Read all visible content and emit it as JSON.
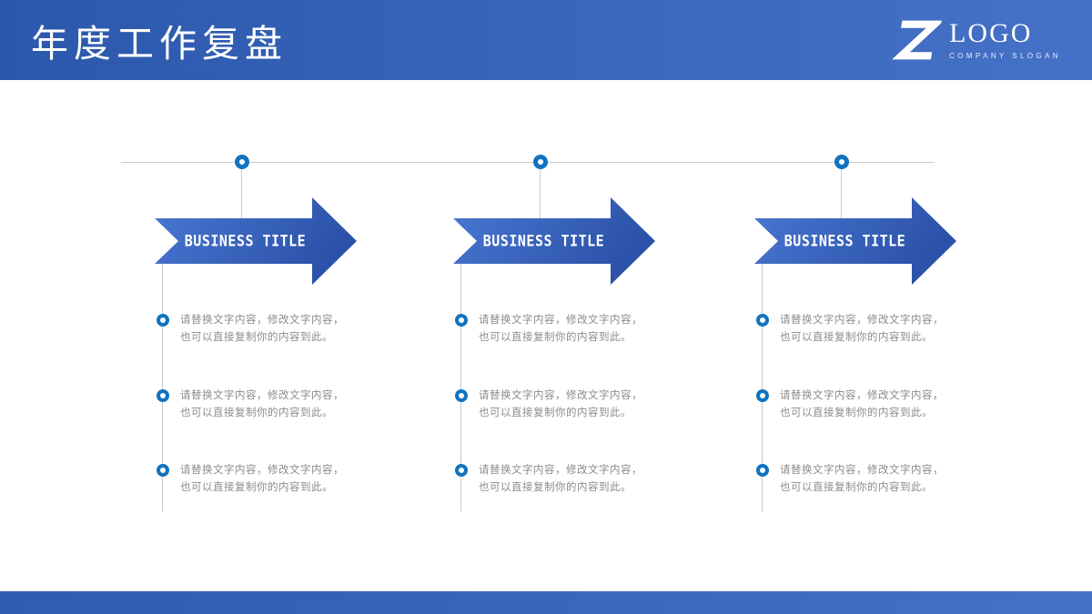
{
  "header": {
    "title": "年度工作复盘",
    "logo": {
      "icon": "s-logo-icon",
      "name": "LOGO",
      "slogan": "COMPANY SLOGAN"
    }
  },
  "accents": {
    "header_gradient": [
      "#2b57ac",
      "#4571c6"
    ],
    "arrow_gradient": [
      "#4a78d2",
      "#2b51a8"
    ],
    "node_ring_blue": "#1173bf",
    "connector_gray": "#c9c9c9",
    "body_text_gray": "#8b8b8b"
  },
  "columns": [
    {
      "title": "BUSINESS TITLE",
      "items": [
        {
          "line1": "请替换文字内容，修改文字内容，",
          "line2": "也可以直接复制你的内容到此。"
        },
        {
          "line1": "请替换文字内容，修改文字内容，",
          "line2": "也可以直接复制你的内容到此。"
        },
        {
          "line1": "请替换文字内容，修改文字内容，",
          "line2": "也可以直接复制你的内容到此。"
        }
      ]
    },
    {
      "title": "BUSINESS TITLE",
      "items": [
        {
          "line1": "请替换文字内容，修改文字内容，",
          "line2": "也可以直接复制你的内容到此。"
        },
        {
          "line1": "请替换文字内容，修改文字内容，",
          "line2": "也可以直接复制你的内容到此。"
        },
        {
          "line1": "请替换文字内容，修改文字内容，",
          "line2": "也可以直接复制你的内容到此。"
        }
      ]
    },
    {
      "title": "BUSINESS TITLE",
      "items": [
        {
          "line1": "请替换文字内容，修改文字内容，",
          "line2": "也可以直接复制你的内容到此。"
        },
        {
          "line1": "请替换文字内容，修改文字内容，",
          "line2": "也可以直接复制你的内容到此。"
        },
        {
          "line1": "请替换文字内容，修改文字内容，",
          "line2": "也可以直接复制你的内容到此。"
        }
      ]
    }
  ]
}
